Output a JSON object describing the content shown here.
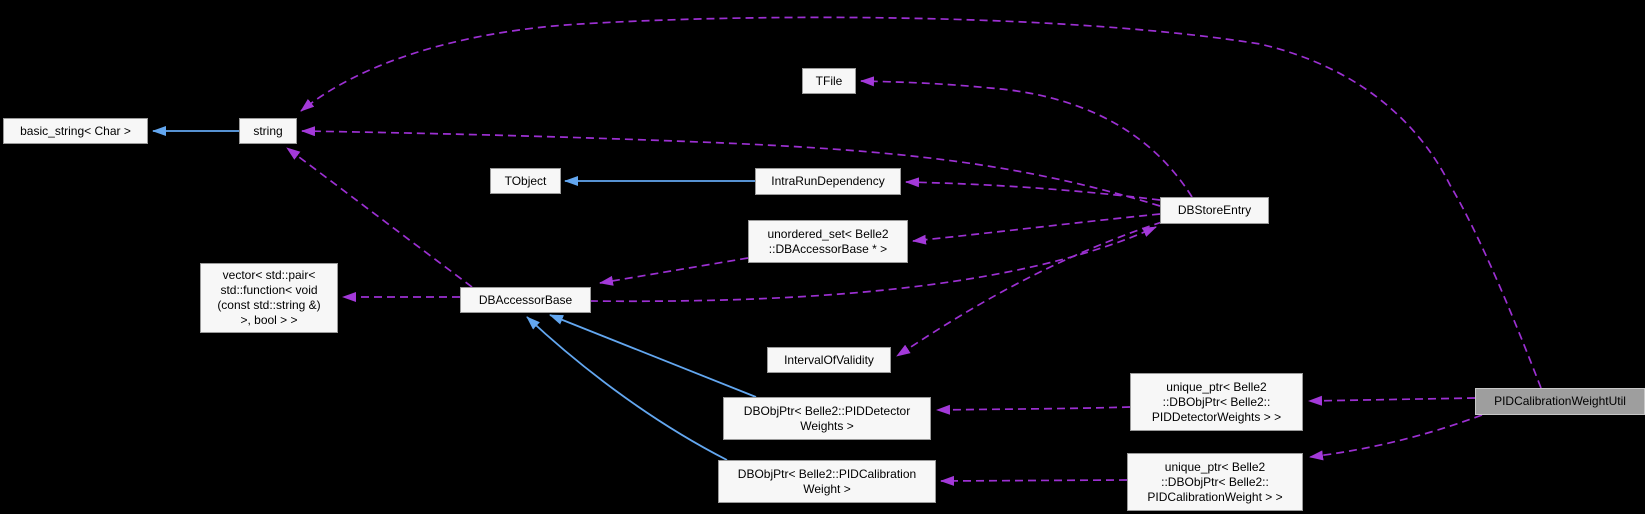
{
  "diagram": {
    "title": "PIDCalibrationWeightUtil collaboration graph",
    "colors": {
      "background": "#000000",
      "node_fill": "#f7f7f7",
      "node_border": "#9a9a9a",
      "main_node_fill": "#9e9e9e",
      "usage_edge": "#9c30d2",
      "inheritance_edge": "#63a7f0"
    },
    "nodes": {
      "basic_string": {
        "label": "basic_string< Char >"
      },
      "string": {
        "label": "string"
      },
      "tfile": {
        "label": "TFile"
      },
      "tobject": {
        "label": "TObject"
      },
      "intrarundependency": {
        "label": "IntraRunDependency"
      },
      "dbstoreentry": {
        "label": "DBStoreEntry"
      },
      "unordered_set": {
        "label": "unordered_set< Belle2\n::DBAccessorBase * >"
      },
      "vector": {
        "label": "vector< std::pair<\nstd::function< void\n(const std::string &)\n>, bool > >"
      },
      "dbaccessorbase": {
        "label": "DBAccessorBase"
      },
      "intervalofvalidity": {
        "label": "IntervalOfValidity"
      },
      "dbobjptr_det": {
        "label": "DBObjPtr< Belle2::PIDDetector\nWeights >"
      },
      "dbobjptr_cal": {
        "label": "DBObjPtr< Belle2::PIDCalibration\nWeight >"
      },
      "uniq_det": {
        "label": "unique_ptr< Belle2\n::DBObjPtr< Belle2::\nPIDDetectorWeights > >"
      },
      "uniq_cal": {
        "label": "unique_ptr< Belle2\n::DBObjPtr< Belle2::\nPIDCalibrationWeight > >"
      },
      "main": {
        "label": "PIDCalibrationWeightUtil"
      }
    },
    "edges": [
      {
        "from": "string",
        "to": "basic_string",
        "kind": "inheritance"
      },
      {
        "from": "intrarundependency",
        "to": "tobject",
        "kind": "inheritance"
      },
      {
        "from": "dbobjptr_det",
        "to": "dbaccessorbase",
        "kind": "inheritance"
      },
      {
        "from": "dbobjptr_cal",
        "to": "dbaccessorbase",
        "kind": "inheritance"
      },
      {
        "from": "main",
        "to": "string",
        "kind": "usage"
      },
      {
        "from": "dbstoreentry",
        "to": "tfile",
        "kind": "usage"
      },
      {
        "from": "dbstoreentry",
        "to": "string",
        "kind": "usage"
      },
      {
        "from": "dbstoreentry",
        "to": "intrarundependency",
        "kind": "usage"
      },
      {
        "from": "dbstoreentry",
        "to": "unordered_set",
        "kind": "usage"
      },
      {
        "from": "dbstoreentry",
        "to": "intervalofvalidity",
        "kind": "usage"
      },
      {
        "from": "unordered_set",
        "to": "dbaccessorbase",
        "kind": "usage"
      },
      {
        "from": "dbaccessorbase",
        "to": "string",
        "kind": "usage"
      },
      {
        "from": "dbaccessorbase",
        "to": "vector",
        "kind": "usage"
      },
      {
        "from": "dbaccessorbase",
        "to": "dbstoreentry",
        "kind": "usage"
      },
      {
        "from": "uniq_det",
        "to": "dbobjptr_det",
        "kind": "usage"
      },
      {
        "from": "uniq_cal",
        "to": "dbobjptr_cal",
        "kind": "usage"
      },
      {
        "from": "main",
        "to": "uniq_det",
        "kind": "usage"
      },
      {
        "from": "main",
        "to": "uniq_cal",
        "kind": "usage"
      }
    ]
  }
}
